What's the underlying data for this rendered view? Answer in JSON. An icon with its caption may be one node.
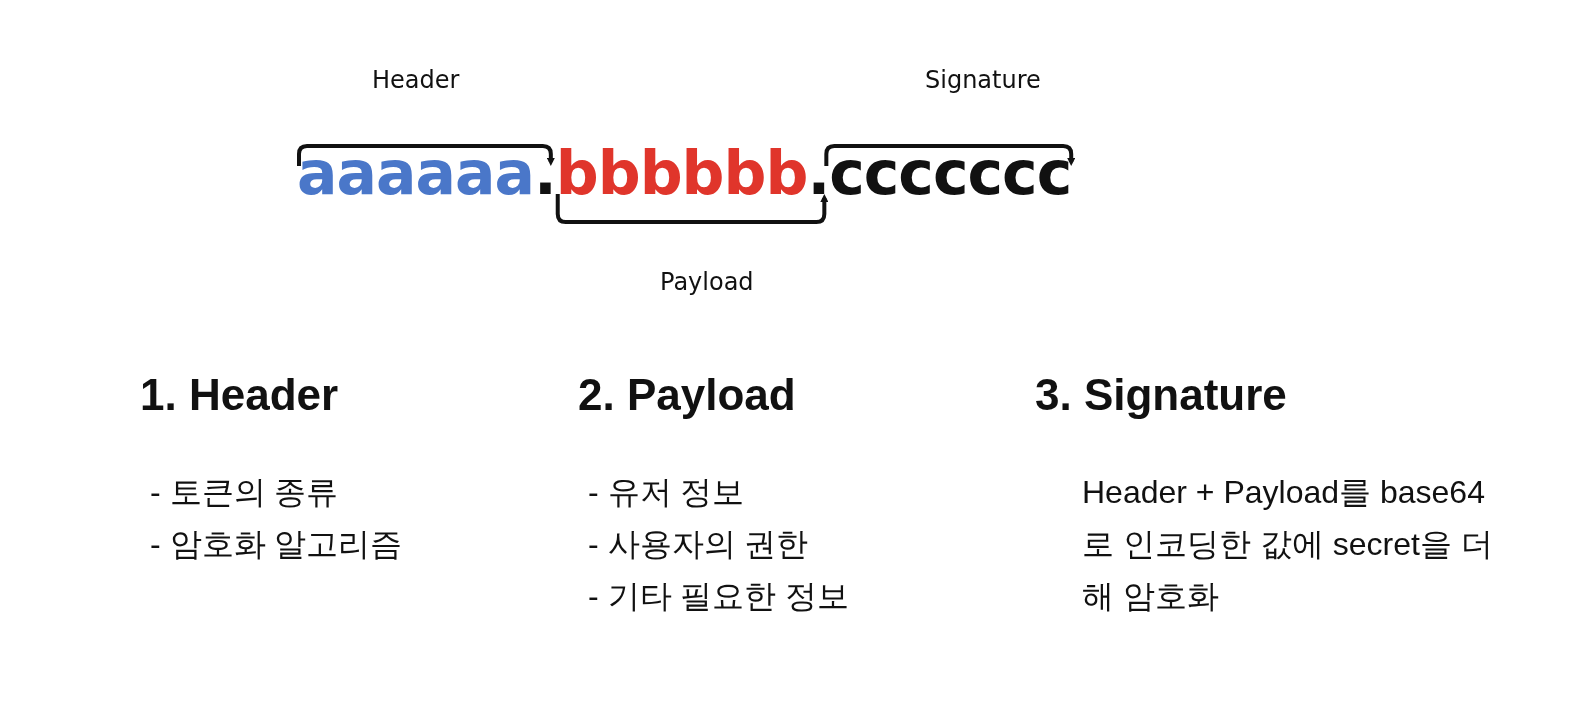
{
  "diagram": {
    "labels": [
      "Header",
      "Signature",
      "aaaaaa",
      ".",
      "bbbbbb",
      ".",
      "ccccccc",
      "Payload",
      "1. Header",
      "- 토큰의 종류",
      "- 암호화 알고리즘",
      "2. Payload",
      "- 유저 정보",
      "- 사용자의 권한",
      "- 기타 필요한 정보",
      "3. Signature",
      "Header + Payload를 base64로 인코딩한 값에 secret을 더해 암호화"
    ]
  }
}
